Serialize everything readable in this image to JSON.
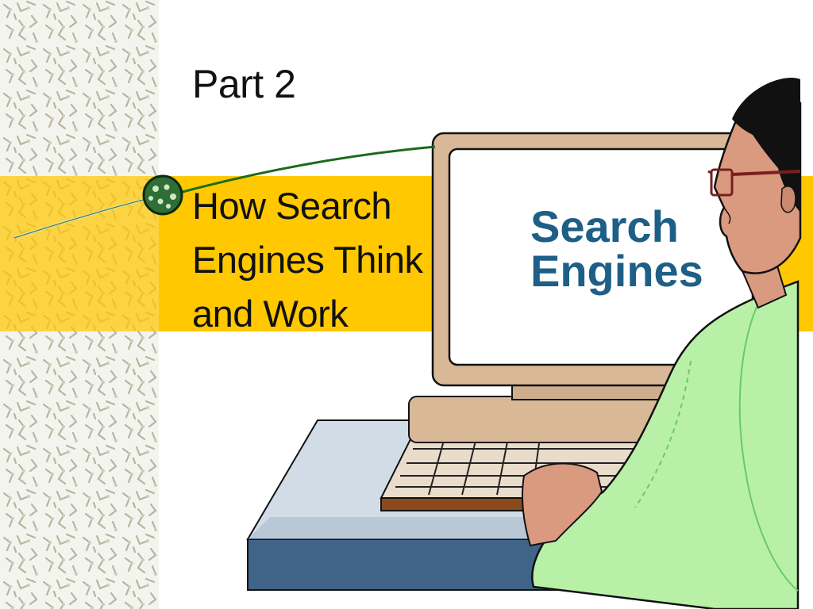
{
  "slide": {
    "title": "Part 2",
    "subtitle_lines": [
      "How Search",
      "Engines Think",
      "and Work"
    ],
    "screen_text_lines": [
      "Search",
      "Engines"
    ]
  },
  "colors": {
    "band": "#ffc800",
    "screen_text": "#1d5f86",
    "shirt": "#b8f0a8",
    "desk": "#3f6488",
    "monitor": "#d9b898"
  },
  "illustration": {
    "subject": "man-at-computer-clipart",
    "bullet_icon": "green-globe-icon"
  }
}
